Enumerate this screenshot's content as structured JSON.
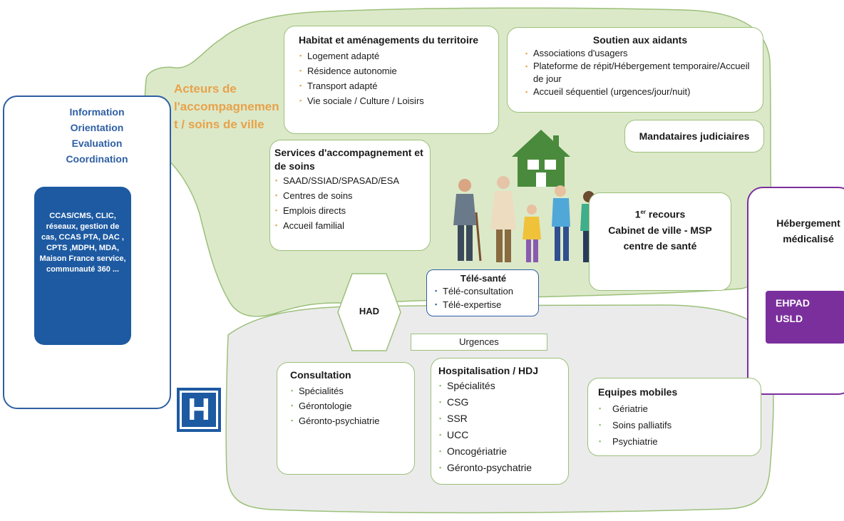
{
  "colors": {
    "green_zone": "#dbe9c9",
    "green_border": "#9cc07a",
    "gray_zone": "#ebebeb",
    "blue_dark": "#1d5aa2",
    "info_blue": "#2e5fa3",
    "orange": "#e8a24a",
    "purple": "#7b2f9c",
    "house_green": "#4a8a3c"
  },
  "acteurs": {
    "title": "Acteurs de l'accompagnemen t / soins de ville"
  },
  "info": {
    "lines": [
      "Information",
      "Orientation",
      "Evaluation",
      "Coordination"
    ],
    "list_text": "CCAS/CMS, CLIC, réseaux, gestion de cas, CCAS PTA, DAC , CPTS ,MDPH, MDA, Maison France service, communauté 360 ..."
  },
  "habitat": {
    "title": "Habitat et aménagements du territoire",
    "items": [
      "Logement adapté",
      "Résidence autonomie",
      "Transport adapté",
      "Vie sociale / Culture / Loisirs"
    ]
  },
  "soutien": {
    "title": "Soutien aux aidants",
    "items": [
      "Associations d'usagers",
      "Plateforme de répit/Hébergement temporaire/Accueil de jour",
      "Accueil séquentiel (urgences/jour/nuit)"
    ]
  },
  "mandataires": {
    "title": "Mandataires judiciaires"
  },
  "services": {
    "title": "Services d'accompagnement et de soins",
    "items": [
      "SAAD/SSIAD/SPASAD/ESA",
      "Centres de soins",
      "Emplois directs",
      "Accueil familial"
    ]
  },
  "recours": {
    "sup": "er",
    "line1": "1",
    "line1_rest": " recours",
    "rest": "Cabinet de ville - MSP centre de santé"
  },
  "hebergement": {
    "title": "Hébergement médicalisé",
    "badge": "EHPAD USLD"
  },
  "had": {
    "label": "HAD"
  },
  "telesante": {
    "title": "Télé-santé",
    "items": [
      "Télé-consultation",
      "Télé-expertise"
    ]
  },
  "urgences": {
    "label": "Urgences"
  },
  "consultation": {
    "title": "Consultation",
    "items": [
      "Spécialités",
      "Gérontologie",
      "Géronto-psychiatrie"
    ]
  },
  "hospitalisation": {
    "title": "Hospitalisation / HDJ",
    "items": [
      "Spécialités",
      "CSG",
      "SSR",
      "UCC",
      "Oncogériatrie",
      "Géronto-psychatrie"
    ]
  },
  "equipes": {
    "title": "Equipes mobiles",
    "items": [
      "Gériatrie",
      "Soins palliatifs",
      "Psychiatrie"
    ]
  },
  "hospital_icon": {
    "letter": "H"
  }
}
